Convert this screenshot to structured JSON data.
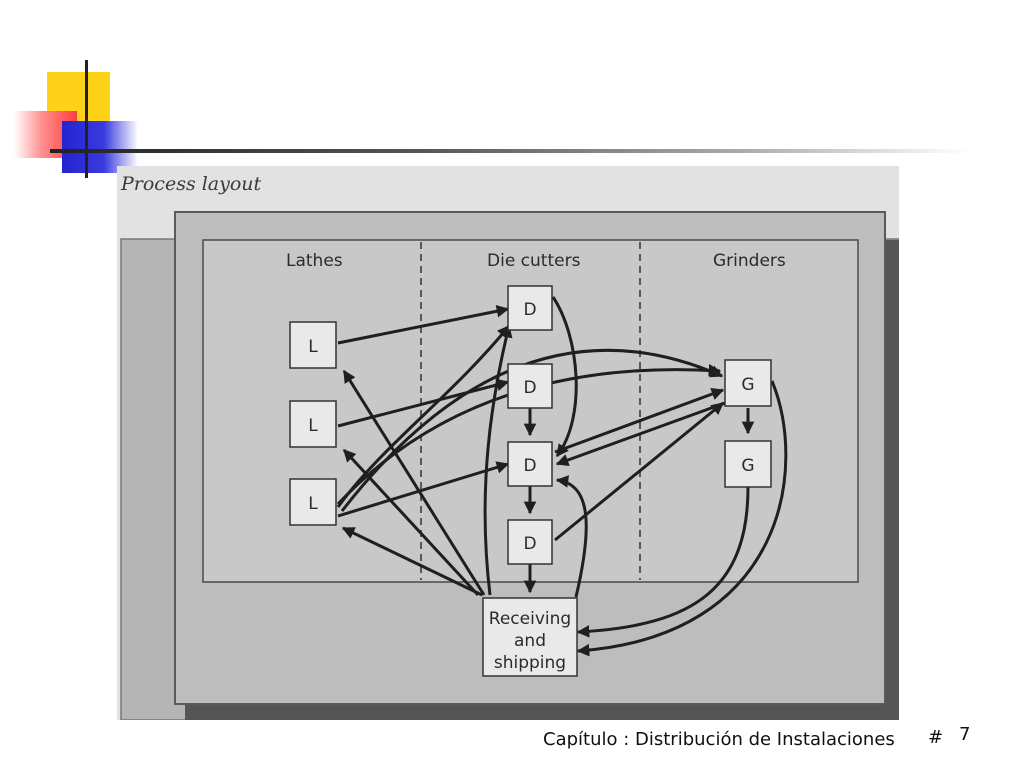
{
  "slide": {
    "footer_title": "Capítulo : Distribución de Instalaciones",
    "footer_hash": "#",
    "page_number": "7"
  },
  "figure": {
    "caption": "Process layout",
    "departments": {
      "lathes": "Lathes",
      "die_cutters": "Die cutters",
      "grinders": "Grinders"
    },
    "nodes": {
      "lathe_1": "L",
      "lathe_2": "L",
      "lathe_3": "L",
      "die_1": "D",
      "die_2": "D",
      "die_3": "D",
      "die_4": "D",
      "grinder_1": "G",
      "grinder_2": "G",
      "receiving_line1": "Receiving",
      "receiving_line2": "and",
      "receiving_line3": "shipping"
    }
  },
  "colors": {
    "accent_yellow": "#ffd21a",
    "accent_red": "#ff3c3c",
    "accent_blue": "#2424d0"
  }
}
